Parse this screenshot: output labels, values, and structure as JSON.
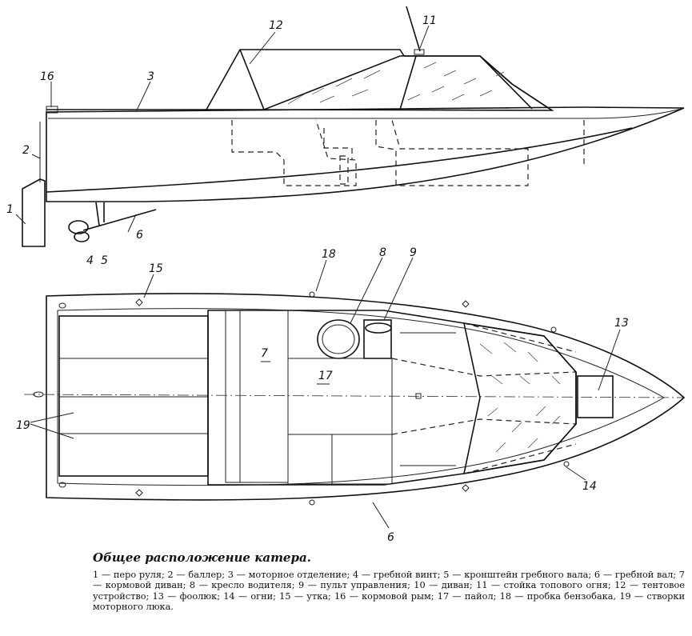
{
  "caption": {
    "title": "Общее расположение катера.",
    "text": "1 — перо руля; 2 — баллер; 3 — моторное отделение; 4 — гребной винт; 5 — кронштейн гребного вала; 6 — гребной вал; 7 — кормовой диван; 8 — кресло водителя; 9 — пульт управления; 10 — диван; 11 — стойка топового огня; 12 — тентовое устройство; 13 — фоолюк; 14 — огни; 15 — утка; 16 — кормовой рым; 17 — пайол; 18 — пробка бензобака, 19 — створки моторного люка."
  },
  "callouts": {
    "n1": "1",
    "n2": "2",
    "n3": "3",
    "n4": "4",
    "n5": "5",
    "n6_side": "6",
    "n7": "7",
    "n8": "8",
    "n9": "9",
    "n11": "11",
    "n12": "12",
    "n13": "13",
    "n14": "14",
    "n15": "15",
    "n16": "16",
    "n17": "17",
    "n18": "18",
    "n19": "19",
    "n6_plan": "6"
  }
}
